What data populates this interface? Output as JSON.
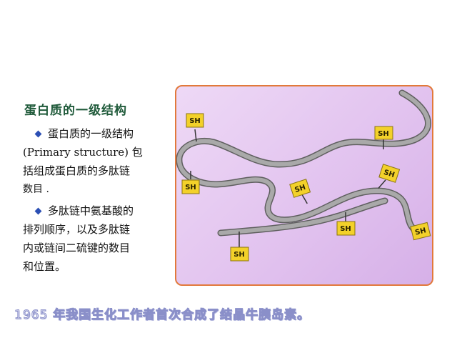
{
  "heading": "蛋白质的一级结构",
  "block1": {
    "lines": [
      "蛋白质的一级结构",
      "(Primary structure) 包",
      "括组成蛋白质的多肽链",
      "数目 ."
    ]
  },
  "block2": {
    "lines": [
      "多肽链中氨基酸的",
      "排列顺序，以及多肽链",
      "内或链间二硫键的数目",
      "和位置。"
    ]
  },
  "diagram": {
    "group_label": "SH",
    "colors": {
      "chain": "#a9a9a9",
      "chain_edge": "#5f5f5f",
      "tag": "#f3d12a",
      "border": "#e2793b"
    }
  },
  "caption": {
    "year": "1965",
    "text": "年我国生化工作者首次合成了结晶牛胰岛素。"
  }
}
